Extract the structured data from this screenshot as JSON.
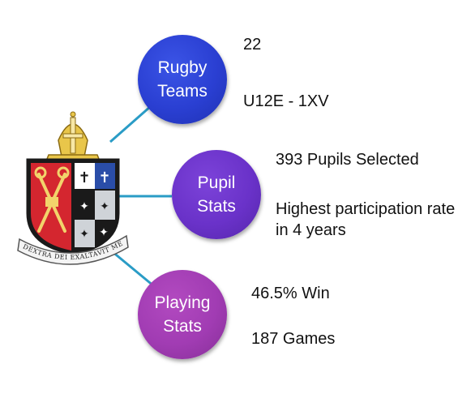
{
  "nodes": [
    {
      "label_line1": "Rugby",
      "label_line2": "Teams",
      "color": "#2a3fd2",
      "stats": [
        "22",
        "U12E - 1XV"
      ]
    },
    {
      "label_line1": "Pupil",
      "label_line2": "Stats",
      "color": "#6a32c9",
      "stats": [
        "393 Pupils Selected",
        "Highest participation rate in 4 years"
      ]
    },
    {
      "label_line1": "Playing",
      "label_line2": "Stats",
      "color": "#a13cb3",
      "stats": [
        "46.5% Win",
        "187 Games"
      ]
    }
  ],
  "crest": {
    "motto": "DEXTRA DEI EXALTAVIT ME",
    "icon": "school-crest-icon"
  },
  "connector_color": "#2a9cc6"
}
